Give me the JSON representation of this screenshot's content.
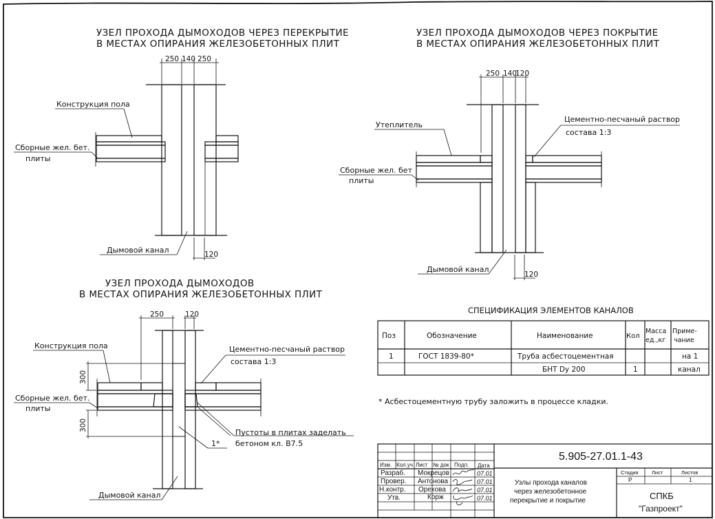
{
  "drawing1": {
    "title_line1": "УЗЕЛ ПРОХОДА ДЫМОХОДОВ ЧЕРЕЗ ПЕРЕКРЫТИЕ",
    "title_line2": "В МЕСТАХ ОПИРАНИЯ ЖЕЛЕЗОБЕТОННЫХ ПЛИТ",
    "dims": [
      "250",
      "140",
      "250",
      "120"
    ],
    "label_floor": "Конструкция пола",
    "label_slabs_1": "Сборные жел. бет.",
    "label_slabs_2": "плиты",
    "label_flue": "Дымовой канал"
  },
  "drawing2": {
    "title_line1": "УЗЕЛ ПРОХОДА ДЫМОХОДОВ ЧЕРЕЗ ПОКРЫТИЕ",
    "title_line2": "В МЕСТАХ ОПИРАНИЯ ЖЕЛЕЗОБЕТОННЫХ ПЛИТ",
    "dims": [
      "250",
      "140",
      "120",
      "120"
    ],
    "label_insulation": "Утеплитель",
    "label_mortar_1": "Цементно-песчаный раствор",
    "label_mortar_2": "состава 1:3",
    "label_slabs_1": "Сборные жел. бет",
    "label_slabs_2": "плиты",
    "label_flue": "Дымовой канал"
  },
  "drawing3": {
    "title_line1": "УЗЕЛ ПРОХОДА ДЫМОХОДОВ",
    "title_line2": "В МЕСТАХ ОПИРАНИЯ ЖЕЛЕЗОБЕТОННЫХ ПЛИТ",
    "dims": [
      "250",
      "120",
      "300",
      "300"
    ],
    "label_floor": "Конструкция пола",
    "label_mortar_1": "Цементно-песчаный раствор",
    "label_mortar_2": "состава 1:3",
    "label_slabs_1": "Сборные жел. бет.",
    "label_slabs_2": "плиты",
    "label_voids_1": "Пустоты в плитах заделать",
    "label_voids_2": "бетоном кл. В7.5",
    "label_pos": "1*",
    "label_flue": "Дымовой канал"
  },
  "spec": {
    "title": "СПЕЦИФИКАЦИЯ ЭЛЕМЕНТОВ КАНАЛОВ",
    "headers": {
      "pos": "Поз",
      "designation": "Обозначение",
      "name": "Наименование",
      "qty": "Кол",
      "mass_1": "Масса",
      "mass_2": "ед.,кг",
      "note_1": "Приме-",
      "note_2": "чание"
    },
    "rows": [
      {
        "pos": "1",
        "designation": "ГОСТ 1839-80*",
        "name": "Труба асбестоцементная",
        "qty": "",
        "mass": "",
        "note": "на 1"
      },
      {
        "pos": "",
        "designation": "",
        "name": "БНТ Dy 200",
        "qty": "1",
        "mass": "",
        "note": "канал"
      }
    ],
    "footnote": "* Асбестоцементную трубу заложить в процессе кладки."
  },
  "title_block": {
    "code": "5.905-27.01.1-43",
    "headers": [
      "Изм.",
      "Кол.уч",
      "Лист",
      "№ док",
      "Подп.",
      "Дата"
    ],
    "signers": [
      {
        "role": "Разраб.",
        "name": "Мокрецов",
        "date": "07.01"
      },
      {
        "role": "Провер.",
        "name": "Антонова",
        "date": "07.01"
      },
      {
        "role": "Н.контр.",
        "name": "Орехова",
        "date": "07.01"
      },
      {
        "role": "Утв.",
        "name": "Корж",
        "date": "07.01"
      }
    ],
    "sheet_title_1": "Узлы прохода каналов",
    "sheet_title_2": "через железобетонное",
    "sheet_title_3": "перекрытие и покрытие",
    "stage_label": "Стадия",
    "sheet_label": "Лист",
    "sheets_label": "Листов",
    "stage": "Р",
    "sheet": "",
    "sheets": "1",
    "org_1": "СПКБ",
    "org_2": "\"Газпроект\""
  }
}
